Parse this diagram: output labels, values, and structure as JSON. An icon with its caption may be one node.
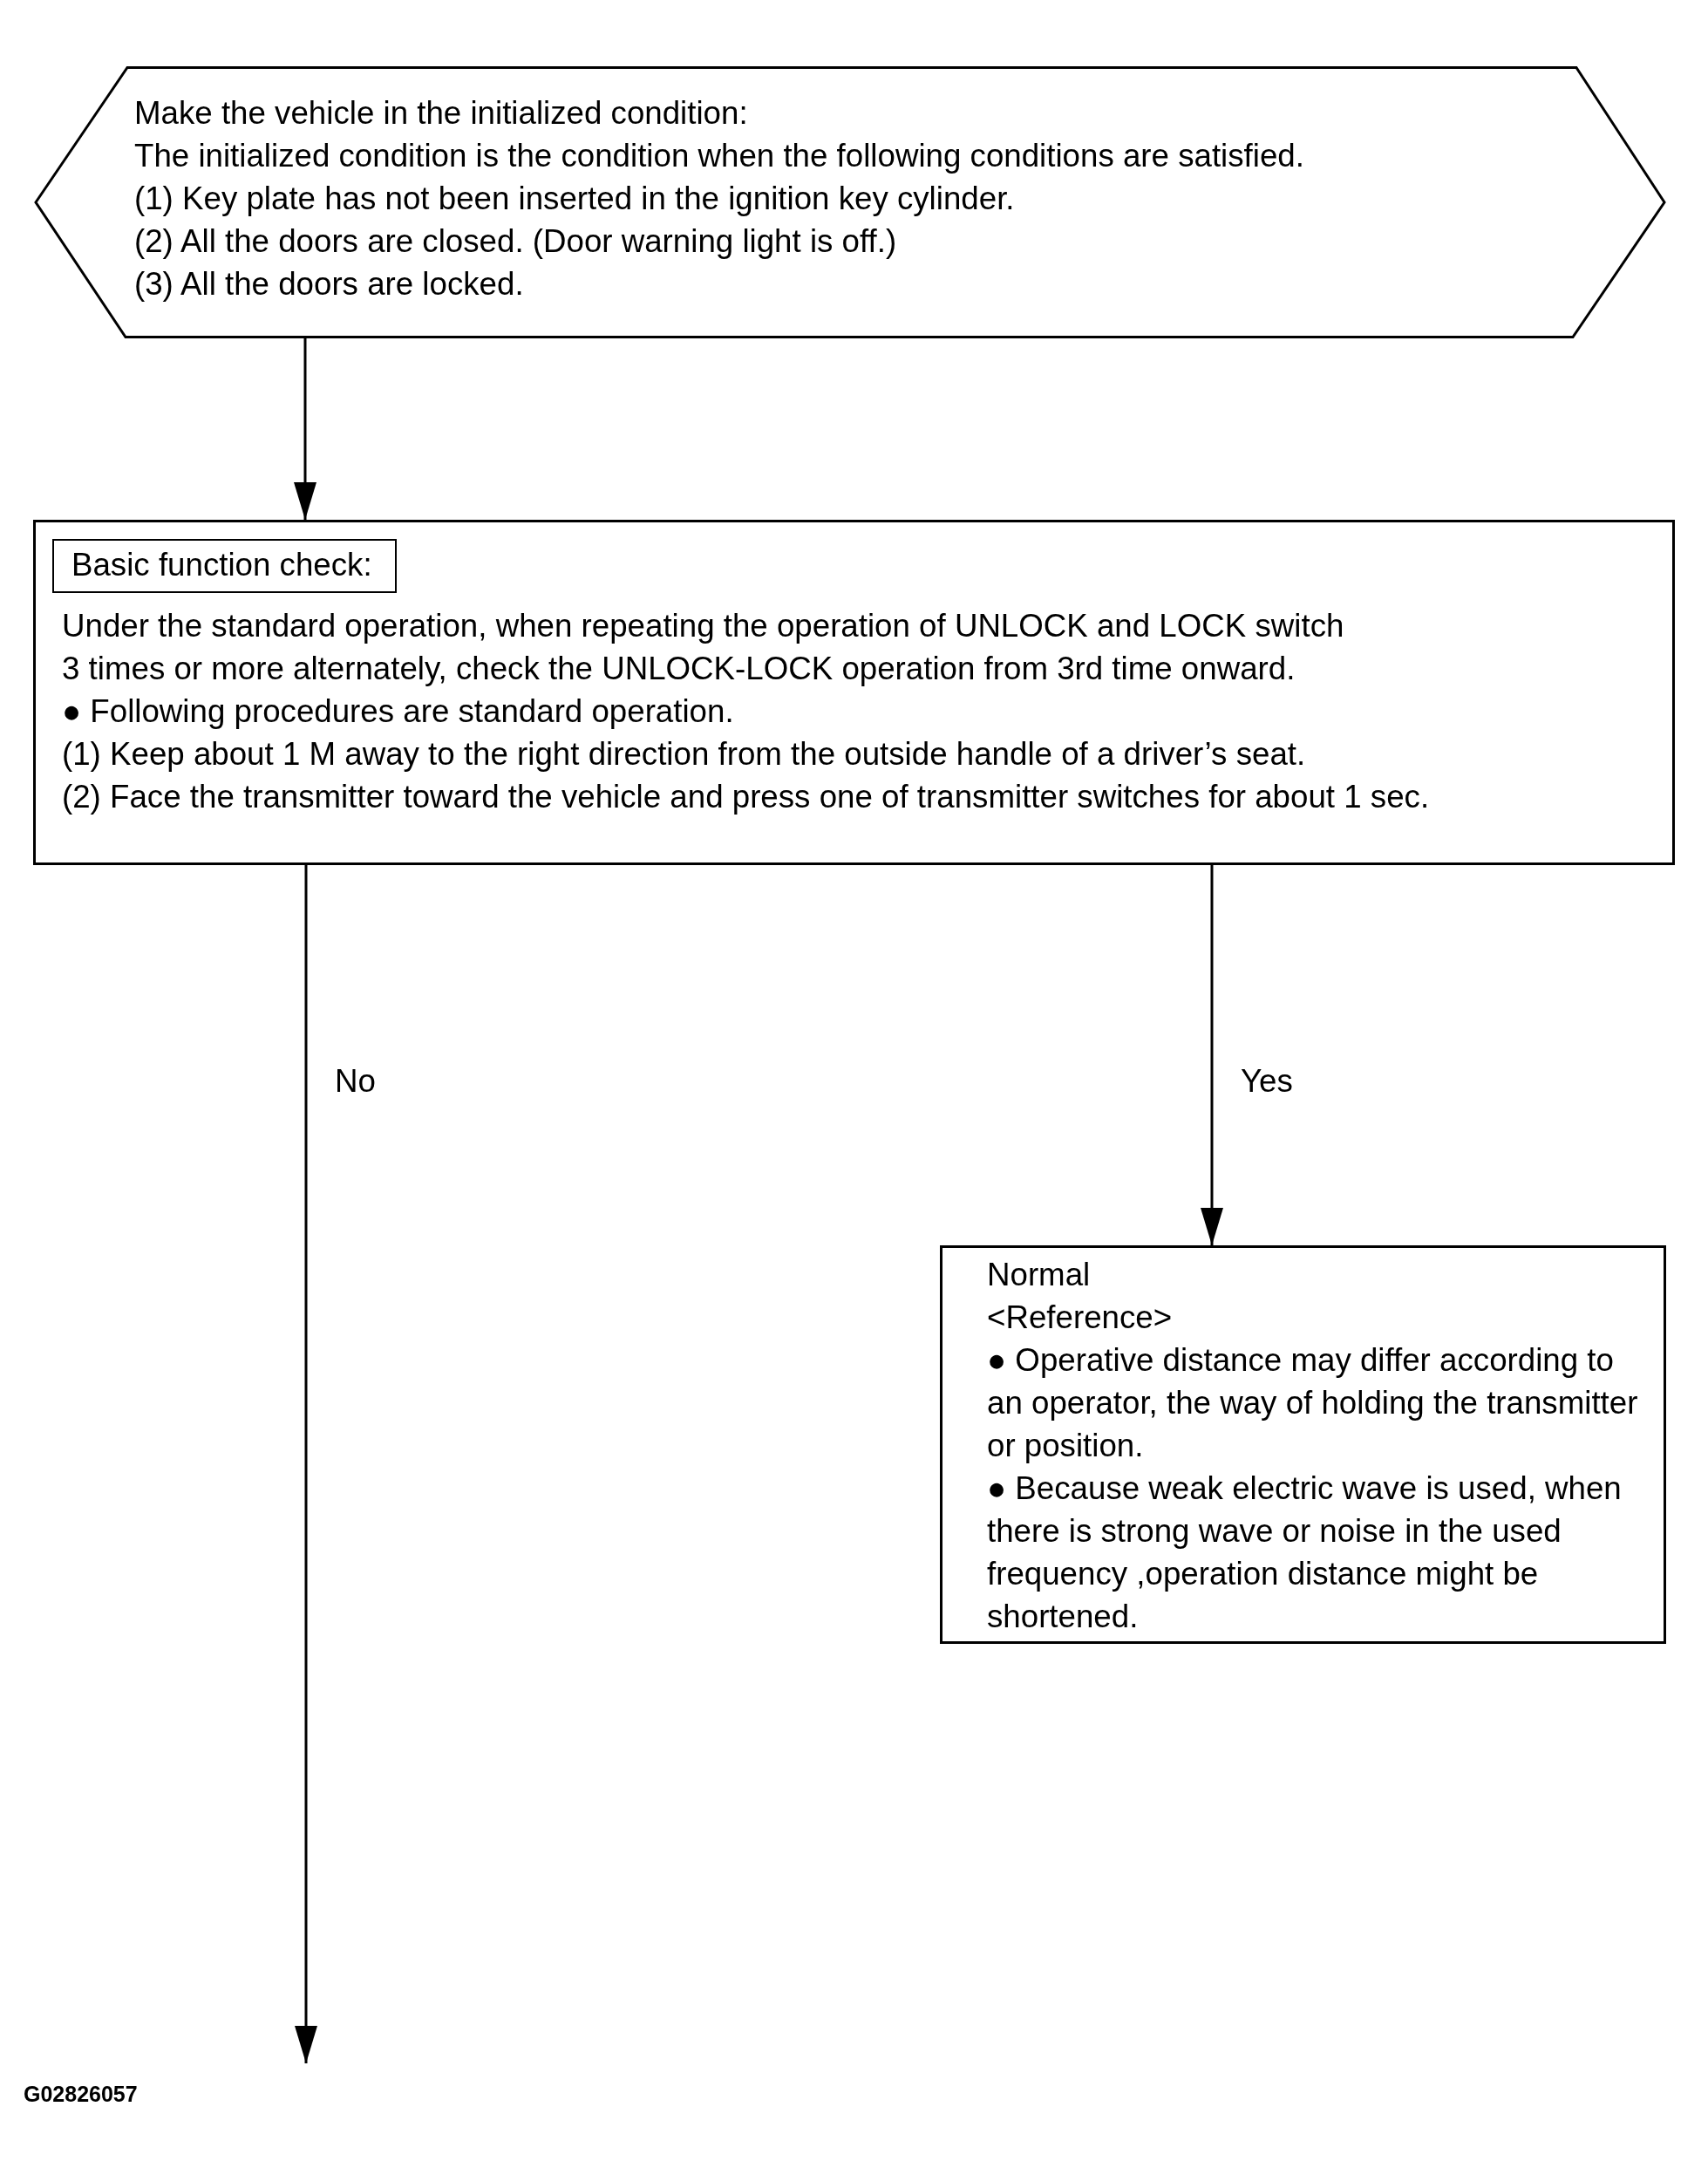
{
  "diagram": {
    "nodes": [
      {
        "text": [
          "Make the vehicle in the initialized condition:",
          "The initialized condition is the condition when the following conditions are satisfied.",
          "(1) Key plate has not been inserted in the ignition key cylinder.",
          "(2) All the doors are closed. (Door warning light is off.)",
          "(3) All the doors are locked."
        ]
      },
      {
        "text": [
          "Under the standard operation, when repeating the operation of UNLOCK and LOCK switch 3 times or more alternately, check the UNLOCK-LOCK operation from 3rd time onward.",
          "● Following procedures are standard operation.",
          "(1) Keep about 1 M away to the right direction from the outside handle of a driver’s seat.",
          "(2) Face the transmitter toward the vehicle and press one of transmitter switches for about 1 sec."
        ]
      },
      {
        "text": [
          "Basic function check:"
        ],
        "in": 1
      },
      {
        "text": [
          "Normal",
          "<Reference>",
          "● Operative distance may differ according to an operator, the way of holding the transmitter or position.",
          "● Because weak electric wave is used, when there is strong wave or noise in the used frequency ,operation distance might be shortened."
        ]
      }
    ],
    "edges": [
      {
        "from": 0,
        "to": 1,
        "arrow": "to"
      },
      {
        "from": 1,
        "to": null,
        "arrow": "to",
        "label": "No"
      },
      {
        "from": 1,
        "to": 3,
        "arrow": "to",
        "label": "Yes"
      }
    ],
    "labels": [
      "G02826057"
    ]
  }
}
